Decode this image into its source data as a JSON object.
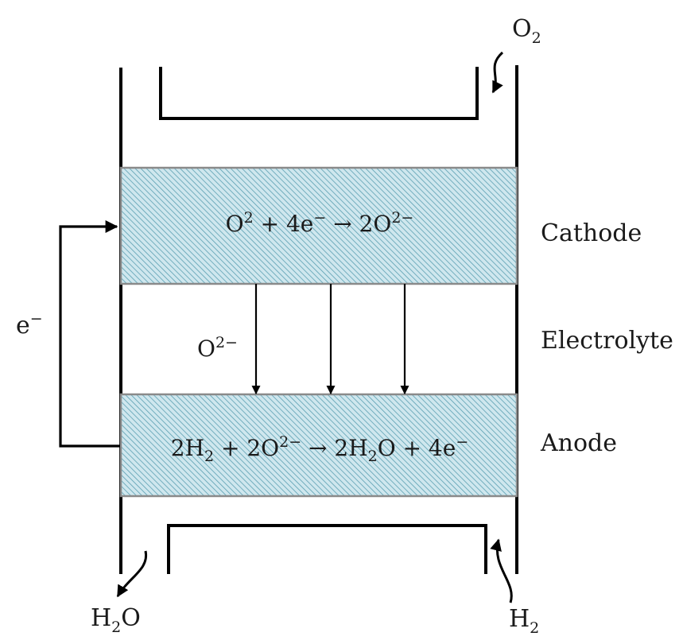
{
  "layers": {
    "cathode": {
      "label": "Cathode",
      "reaction": {
        "lhs": "O",
        "lhs_sup": "2",
        "mid": " + 4e",
        "mid_sup": "−",
        "arrow": " → 2O",
        "rhs_sup": "2−"
      }
    },
    "electrolyte": {
      "label": "Electrolyte",
      "ion": {
        "base": "O",
        "sup": "2−"
      }
    },
    "anode": {
      "label": "Anode",
      "reaction": {
        "p1": "2H",
        "p1_sub": "2",
        "p2": " + 2O",
        "p2_sup": "2−",
        "p3": " → 2H",
        "p3_sub": "2",
        "p4": "O + 4e",
        "p4_sup": "−"
      }
    }
  },
  "external_circuit": {
    "base": "e",
    "sup": "−"
  },
  "gases": {
    "oxygen": {
      "base": "O",
      "sub": "2"
    },
    "hydrogen": {
      "base": "H",
      "sub": "2"
    },
    "water": {
      "base": "H",
      "sub": "2",
      "rest": "O"
    }
  },
  "colors": {
    "hatch_fill": "#cfe7ee",
    "hatch_line": "#5b9fb2",
    "layer_border": "#8a8a8a",
    "line": "#000000"
  }
}
